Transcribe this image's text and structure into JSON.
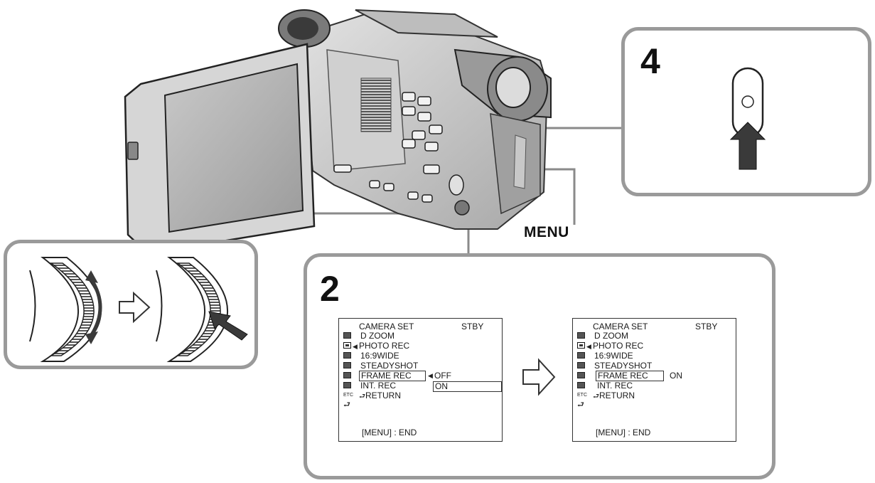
{
  "callouts": {
    "menu_label": "MENU",
    "step_2": "2",
    "step_4": "4"
  },
  "screens": {
    "before": {
      "header_left": "CAMERA SET",
      "header_right": "STBY",
      "items": [
        "D ZOOM",
        "PHOTO REC",
        "16:9WIDE",
        "STEADYSHOT",
        "FRAME REC",
        "INT. REC",
        "RETURN"
      ],
      "options": [
        "OFF",
        "ON"
      ],
      "footer": "[MENU] : END"
    },
    "after": {
      "header_left": "CAMERA SET",
      "header_right": "STBY",
      "items": [
        "D ZOOM",
        "PHOTO REC",
        "16:9WIDE",
        "STEADYSHOT",
        "FRAME REC",
        "INT. REC",
        "RETURN"
      ],
      "value": "ON",
      "footer": "[MENU] : END"
    }
  },
  "icons": {
    "arrow_between_screens": "hollow-right-arrow-icon",
    "arrow_between_dials": "hollow-right-arrow-icon",
    "button_press": "solid-up-arrow-icon",
    "dial_rotate": "double-headed-curved-arrow-icon",
    "dial_press": "solid-diagonal-arrow-icon"
  },
  "colors": {
    "panel_border": "#9a9a9a",
    "leader_line": "#8a8a8a",
    "ink": "#1a1a1a",
    "arrow_fill": "#3a3a3a"
  }
}
